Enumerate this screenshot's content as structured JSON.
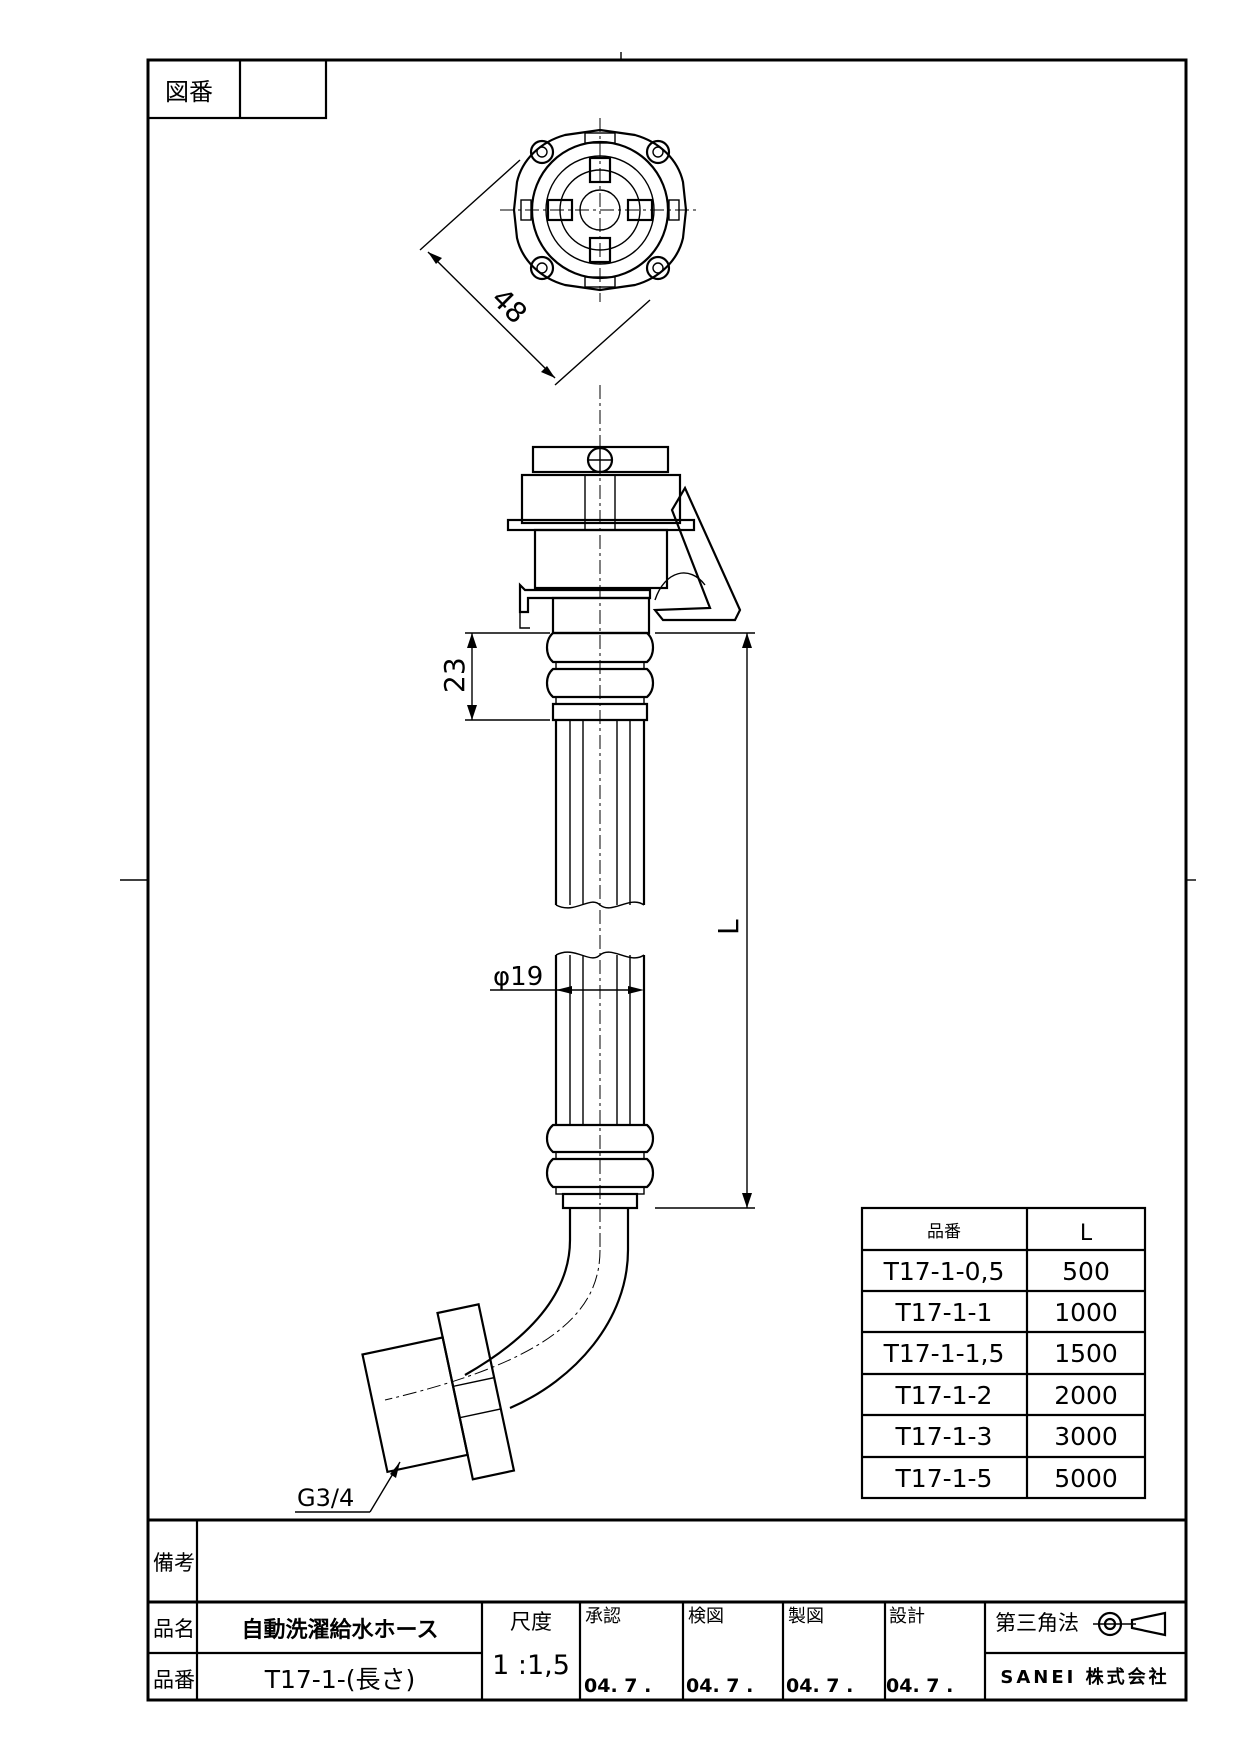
{
  "title_block": {
    "zuban_label": "図番",
    "zuban_value": "",
    "bikou_label": "備考",
    "bikou_value": "",
    "hinmei_label": "品名",
    "hinmei_value": "自動洗濯給水ホース",
    "hinban_label": "品番",
    "hinban_value": "T17-1-(長さ)",
    "scale_label": "尺度",
    "scale_value": "1 :1,5",
    "approval": {
      "label": "承認",
      "date": "04. 7 ."
    },
    "check": {
      "label": "検図",
      "date": "04. 7 ."
    },
    "drafting": {
      "label": "製図",
      "date": "04. 7 ."
    },
    "design": {
      "label": "設計",
      "date": "04. 7 ."
    },
    "projection_label": "第三角法",
    "company": "SANEI 株式会社"
  },
  "dimensions": {
    "flange_diameter": "48",
    "collar_length": "23",
    "hose_diameter": "φ19",
    "length": "L",
    "thread": "G3/4"
  },
  "length_table": {
    "headers": [
      "品番",
      "L"
    ],
    "rows": [
      [
        "T17-1-0,5",
        "500"
      ],
      [
        "T17-1-1",
        "1000"
      ],
      [
        "T17-1-1,5",
        "1500"
      ],
      [
        "T17-1-2",
        "2000"
      ],
      [
        "T17-1-3",
        "3000"
      ],
      [
        "T17-1-5",
        "5000"
      ]
    ]
  }
}
